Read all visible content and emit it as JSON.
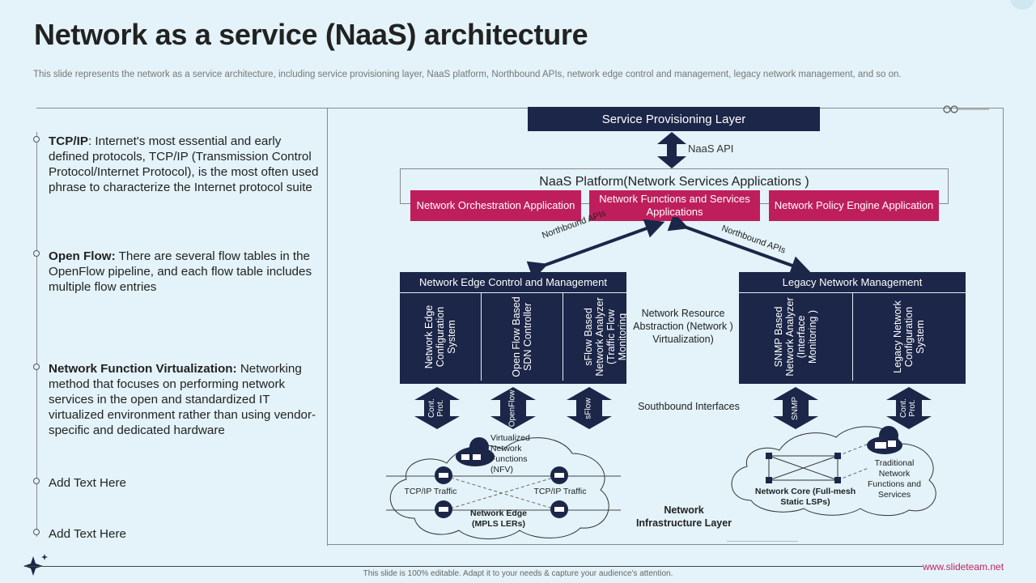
{
  "title": "Network as a service (NaaS) architecture",
  "subtitle": "This slide represents the network as a service architecture, including service provisioning layer, NaaS platform, Northbound APIs, network edge control and management, legacy network management, and so on.",
  "left_items": [
    {
      "heading": "TCP/IP",
      "text": ": Internet's most essential and early defined protocols, TCP/IP (Transmission Control Protocol/Internet Protocol), is the most often used phrase to characterize the Internet protocol suite"
    },
    {
      "heading": "Open Flow:",
      "text": " There are several flow tables in the OpenFlow pipeline, and each flow table includes multiple flow entries"
    },
    {
      "heading": "Network Function Virtualization:",
      "text": " Networking method that focuses on performing network services in the open and standardized IT virtualized environment rather than using vendor-specific and dedicated hardware"
    },
    {
      "heading": "",
      "text": "Add Text Here"
    },
    {
      "heading": "",
      "text": "Add Text Here"
    }
  ],
  "diagram": {
    "service_provisioning_layer": "Service Provisioning Layer",
    "naas_api": "NaaS API",
    "platform_title": "NaaS  Platform(Network  Services Applications )",
    "platform_apps": [
      "Network Orchestration Application",
      "Network Functions and Services Applications",
      "Network Policy Engine Application"
    ],
    "northbound_left": "Northbound APIs",
    "northbound_right": "Northbound APIs",
    "edge_control": {
      "title": "Network Edge Control and Management",
      "columns": [
        "Network Edge Configuration System",
        "Open Flow Based SDN Controller",
        "sFlow Based Network Analyzer (Traffic Flow Monitoring"
      ]
    },
    "legacy": {
      "title": "Legacy Network Management",
      "columns": [
        "SNMP Based Network Analyzer (Interface Monitoring )",
        "Legacy Network Configuration System"
      ]
    },
    "abstraction_label": "Network Resource Abstraction (Network ) Virtualization)",
    "southbound_label": "Southbound Interfaces",
    "southbound_arrows": [
      "Cont. Prot.",
      "OpenFlow",
      "sFlow",
      "SNMP",
      "Cont. Prot."
    ],
    "vnf_label": "Virtualized Network Functions (NFV)",
    "tcpip_left": "TCP/IP  Traffic",
    "tcpip_right": "TCP/IP  Traffic",
    "network_edge_label": "Network Edge (MPLS LERs)",
    "network_core_label": "Network Core (Full-mesh Static LSPs)",
    "traditional_label": "Traditional Network Functions and Services",
    "infrastructure_label": "Network Infrastructure Layer"
  },
  "footer": {
    "note": "This slide is 100% editable. Adapt it to your needs & capture your audience's attention.",
    "url": "www.slideteam.net"
  },
  "colors": {
    "navy": "#1b2648",
    "magenta": "#be1f5c",
    "background": "#e3f3f9"
  }
}
